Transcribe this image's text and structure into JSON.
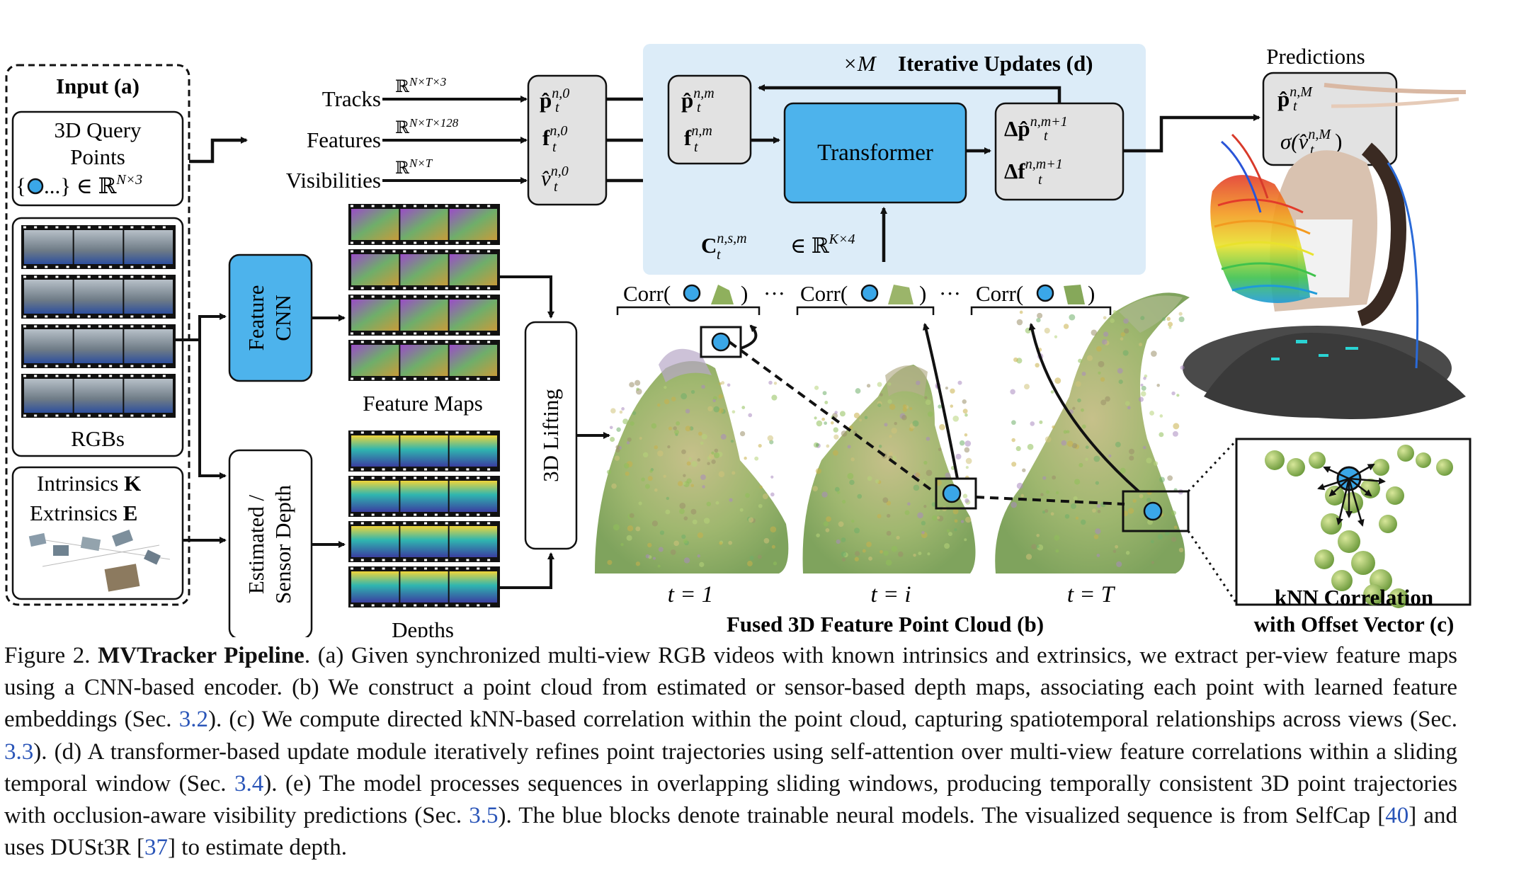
{
  "input": {
    "title": "Input (a)",
    "query_l1": "3D Query",
    "query_l2": "Points",
    "query_l3_open": "{",
    "query_l3_rest": "...} ∈ ℝ",
    "query_l3_sup": "N×3",
    "rgbs": "RGBs",
    "intrinsics_pre": "Intrinsics ",
    "intrinsics_sym": "K",
    "extrinsics_pre": "Extrinsics ",
    "extrinsics_sym": "E"
  },
  "streams": {
    "tracks": "Tracks",
    "tracks_dim": "ℝ",
    "tracks_sup": "N×T×3",
    "features": "Features",
    "features_dim": "ℝ",
    "features_sup": "N×T×128",
    "visibilities": "Visibilities",
    "vis_dim": "ℝ",
    "vis_sup": "N×T"
  },
  "init_box": {
    "p": "p̂",
    "p_sup": "n,0",
    "f": "f",
    "f_sup": "n,0",
    "v": "v̂",
    "v_sup": "n,0",
    "sub": "t"
  },
  "iter": {
    "mult": "×M",
    "title": "Iterative Updates (d)",
    "p_sup": "n,m",
    "f_sup": "n,m",
    "transformer": "Transformer",
    "dp": "Δp̂",
    "dp_sup": "n,m+1",
    "df": "Δf",
    "df_sup": "n,m+1",
    "corr_C": "C",
    "corr_sup": "n,s,m",
    "corr_in": "∈ ℝ",
    "corr_dim": "K×4"
  },
  "predictions": {
    "title": "Predictions",
    "p_sup": "n,M",
    "sigma": "σ(",
    "sigma_v": "v̂",
    "sigma_sup": "n,M",
    "sigma_close": ")"
  },
  "modules": {
    "feature_cnn_l1": "Feature",
    "feature_cnn_l2": "CNN",
    "depth_l1": "Estimated /",
    "depth_l2": "Sensor Depth",
    "lifting": "3D Lifting",
    "feature_maps": "Feature Maps",
    "depths": "Depths"
  },
  "corr": {
    "label": "Corr(",
    "close": ")",
    "dots": "···"
  },
  "cloud": {
    "t1": "t = 1",
    "ti": "t = i",
    "tT": "t = T",
    "title": "Fused 3D Feature Point Cloud (b)"
  },
  "knn": {
    "title_l1": "kNN Correlation",
    "title_l2": "with Offset Vector (c)"
  },
  "caption": {
    "fig": "Figure 2.",
    "title": "MVTracker Pipeline",
    "t1": ". (a) Given synchronized multi-view RGB videos with known intrinsics and extrinsics, we extract per-view feature maps using a CNN-based encoder. (b) We construct a point cloud from estimated or sensor-based depth maps, associating each point with learned feature embeddings (Sec. ",
    "r1": "3.2",
    "t2": "). (c) We compute directed kNN-based correlation within the point cloud, capturing spatiotemporal relationships across views (Sec. ",
    "r2": "3.3",
    "t3": "). (d) A transformer-based update module iteratively refines point trajectories using self-attention over multi-view feature correlations within a sliding temporal window (Sec. ",
    "r3": "3.4",
    "t4": "). (e) The model processes sequences in overlapping sliding windows, producing temporally consistent 3D point trajectories with occlusion-aware visibility predictions (Sec. ",
    "r4": "3.5",
    "t5": "). The blue blocks denote trainable neural models. The visualized sequence is from SelfCap [",
    "r5": "40",
    "t6": "] and uses DUSt3R [",
    "r6": "37",
    "t7": "] to estimate depth."
  },
  "colors": {
    "blue_block": "#4db3ec",
    "iter_bg": "#dcecf8",
    "gray_box": "#e2e2e2",
    "query_dot": "#3aa7e8",
    "ref_link": "#2a55b8"
  }
}
